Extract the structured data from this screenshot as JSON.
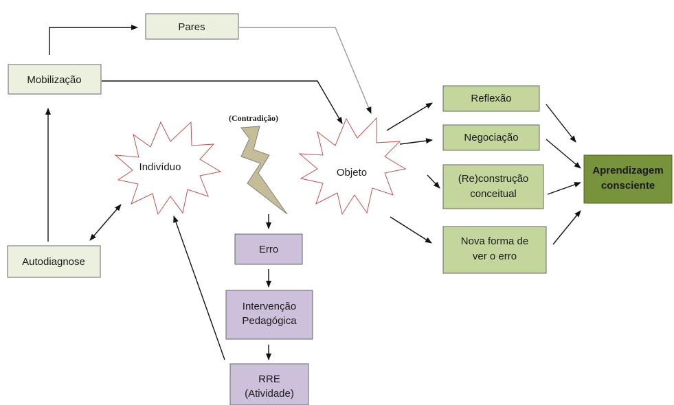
{
  "nodes": {
    "pares": "Pares",
    "mobilizacao": "Mobilização",
    "autodiagnose": "Autodiagnose",
    "individuo": "Indivíduo",
    "contradicao": "(Contradição)",
    "objeto": "Objeto",
    "erro": "Erro",
    "intervencao": [
      "Intervenção",
      "Pedagógica"
    ],
    "rre": [
      "RRE",
      "(Atividade)"
    ],
    "reflexao": "Reflexão",
    "negociacao": "Negociação",
    "reconstrucao": [
      "(Re)construção",
      "conceitual"
    ],
    "nova_forma": [
      "Nova forma de",
      "ver o erro"
    ],
    "aprendizagem": [
      "Aprendizagem",
      "consciente"
    ]
  },
  "colors": {
    "green_box": "#ebf1de",
    "green_action": "#c3d69b",
    "green_dark": "#77933c",
    "purple_box": "#ccc0da",
    "lightning": "#c4bd97",
    "star_stroke": "#c0504d"
  }
}
